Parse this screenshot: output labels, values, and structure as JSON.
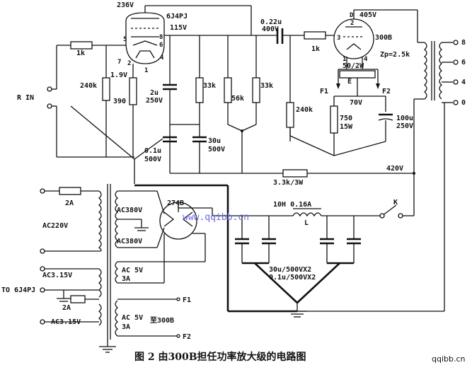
{
  "labels": {
    "v236": "236V",
    "tube1": "6J4PJ",
    "v115": "115V",
    "cap022": "0.22u",
    "v400": "400V",
    "v405": "405V",
    "tube2": "300B",
    "r1k_a": "1k",
    "r1k_b": "1k",
    "pin8a": "8",
    "pin6a": "6",
    "pin5a": "5",
    "pin7a": "7",
    "pin4a": "4",
    "pin2a": "2",
    "pin1a": "1",
    "pinD": "D",
    "pin2b": "2",
    "pin3b": "3",
    "pin1b": "1",
    "pin4b": "4",
    "zp": "Zp=2.5k",
    "out8": "8",
    "out6": "6",
    "out4": "4",
    "out0": "0",
    "rin": "R IN",
    "r240a": "240k",
    "v19": "1.9V",
    "r390": "390",
    "c2u": "2u",
    "c2u_v": "250V",
    "r33a": "33k",
    "r56k": "56k",
    "r33b": "33k",
    "r240b": "240k",
    "r5020": "50/2W",
    "e": "E",
    "f1": "F1",
    "f2": "F2",
    "v70": "70V",
    "r750": "750",
    "r750w": "15W",
    "c100": "100u",
    "c100v": "250V",
    "c01a": "0.1u",
    "c01a_v": "500V",
    "c30": "30u",
    "c30v": "500V",
    "v420": "420V",
    "r33k3w": "3.3k/3W",
    "fuse2a": "2A",
    "ac220": "AC220V",
    "ac380a": "AC380V",
    "ac380b": "AC380V",
    "rect": "274B",
    "watermark": "www.qqibb.cn",
    "choke": "10H  0.16A",
    "chokeL": "L",
    "k": "K",
    "ac315a": "AC3.15V",
    "ac5a": "AC 5V",
    "ac5a_a": "3A",
    "to6j4": "TO 6J4PJ",
    "fuse2b": "2A",
    "ac315b": "AC3.15V",
    "f1b": "F1",
    "ac5b": "AC 5V",
    "ac5b_a": "3A",
    "to300b": "至300B",
    "f2b": "F2",
    "capvals1": "30u/500VX2",
    "capvals2": "0.1u/500VX2",
    "caption": "图 2   由300B担任功率放大级的电路图",
    "site": "qqibb.cn"
  }
}
